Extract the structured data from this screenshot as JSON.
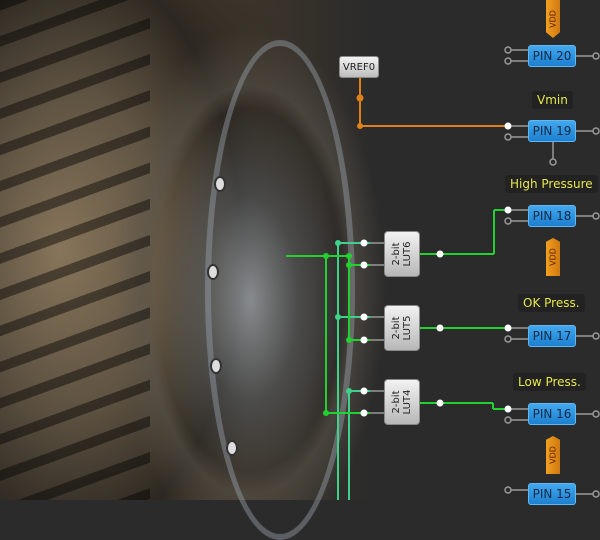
{
  "canvas": {
    "background": "#2b2b2b",
    "wire_green": "#22d030",
    "wire_teal": "#3fd08a",
    "wire_orange": "#e0801a"
  },
  "vref": {
    "label": "VREF0"
  },
  "luts": [
    {
      "line1": "2-bit",
      "line2": "LUT6"
    },
    {
      "line1": "2-bit",
      "line2": "LUT5"
    },
    {
      "line1": "2-bit",
      "line2": "LUT4"
    }
  ],
  "pins": [
    {
      "label": "PIN 20"
    },
    {
      "label": "PIN 19"
    },
    {
      "label": "PIN 18"
    },
    {
      "label": "PIN 17"
    },
    {
      "label": "PIN 16"
    },
    {
      "label": "PIN 15"
    }
  ],
  "labels": {
    "vmin": "Vmin",
    "high_pressure": "High Pressure",
    "ok_press": "OK Press.",
    "low_press": "Low Press."
  },
  "vdd": {
    "label": "VDD"
  }
}
